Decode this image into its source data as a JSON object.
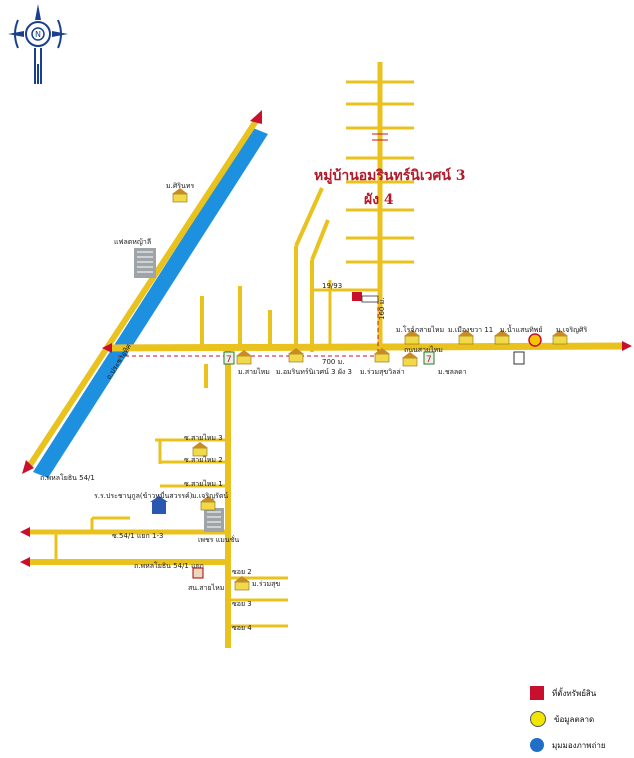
{
  "title": {
    "line1": "หมู่บ้านอมรินทร์นิเวศน์ 3",
    "line2": "ผัง 4"
  },
  "distances": {
    "horizontal": "700 ม.",
    "vertical": "160 ม."
  },
  "road_labels": {
    "soi_1993": "19/93",
    "phahon_yothin_54_1_bottom": "ถ.พหลโยธิน 54/1",
    "phahon_yothin_54_1_mid": "ถ.พหลโยธิน 54/1 แยก",
    "canal_road": "ถ.ประชาอุทิศ",
    "sai_mai_main": "ถนนสายไหม",
    "sai_mai_3": "ซ.สายไหม 3",
    "sai_mai_2": "ซ.สายไหม 2",
    "sai_mai_1": "ซ.สายไหม 1",
    "soi_54_1_1_3": "ซ.54/1 แยก 1-3",
    "soi_2": "ซอย 2",
    "soi_3": "ซอย 3",
    "soi_4": "ซอย 4"
  },
  "places": {
    "sirinthon": "ม.ศิรินทร",
    "tower": "แฟลตหญ้าลี",
    "prachanukul_school": "ร.ร.ประชานุกูล(ข้าวหมื่นสวรรค์)",
    "charoen_village": "ม.เจริญรัตน์",
    "metro_apartment": "เพชร แมนชั่น",
    "sai_mai_village": "ม.สายไหม",
    "amarin_3": "ม.อมรินทร์นิเวศน์ 3 ผัง 3",
    "ruamsuk_villa": "ม.ร่วมสุขวิลล่า",
    "rotsukon": "ม.โรจ์ภสายไหม",
    "muang_chao": "ม.เมืองขวา 11",
    "nam_thip": "ม.น้ำแสนทิพย์",
    "rung_siri": "ม.เจริญศิริ",
    "chonlada": "ม.ชลลดา",
    "ruamsuk": "ม.ร่วมสุข",
    "sai_mai_school": "สน.สายไหม",
    "seven_eleven": "7"
  },
  "legend": [
    {
      "icon": "property-marker-icon",
      "color": "#c8102e",
      "label": "ที่ตั้งทรัพย์สิน"
    },
    {
      "icon": "market-info-icon",
      "color": "#f2e500",
      "label": "ข้อมูลตลาด"
    },
    {
      "icon": "camera-angle-icon",
      "color": "#1f6fc7",
      "label": "มุมมองภาพถ่าย"
    }
  ],
  "colors": {
    "road": "#e9c21e",
    "canal": "#1e90e0",
    "arrow": "#c8102e",
    "dashed": "#c8102e"
  }
}
